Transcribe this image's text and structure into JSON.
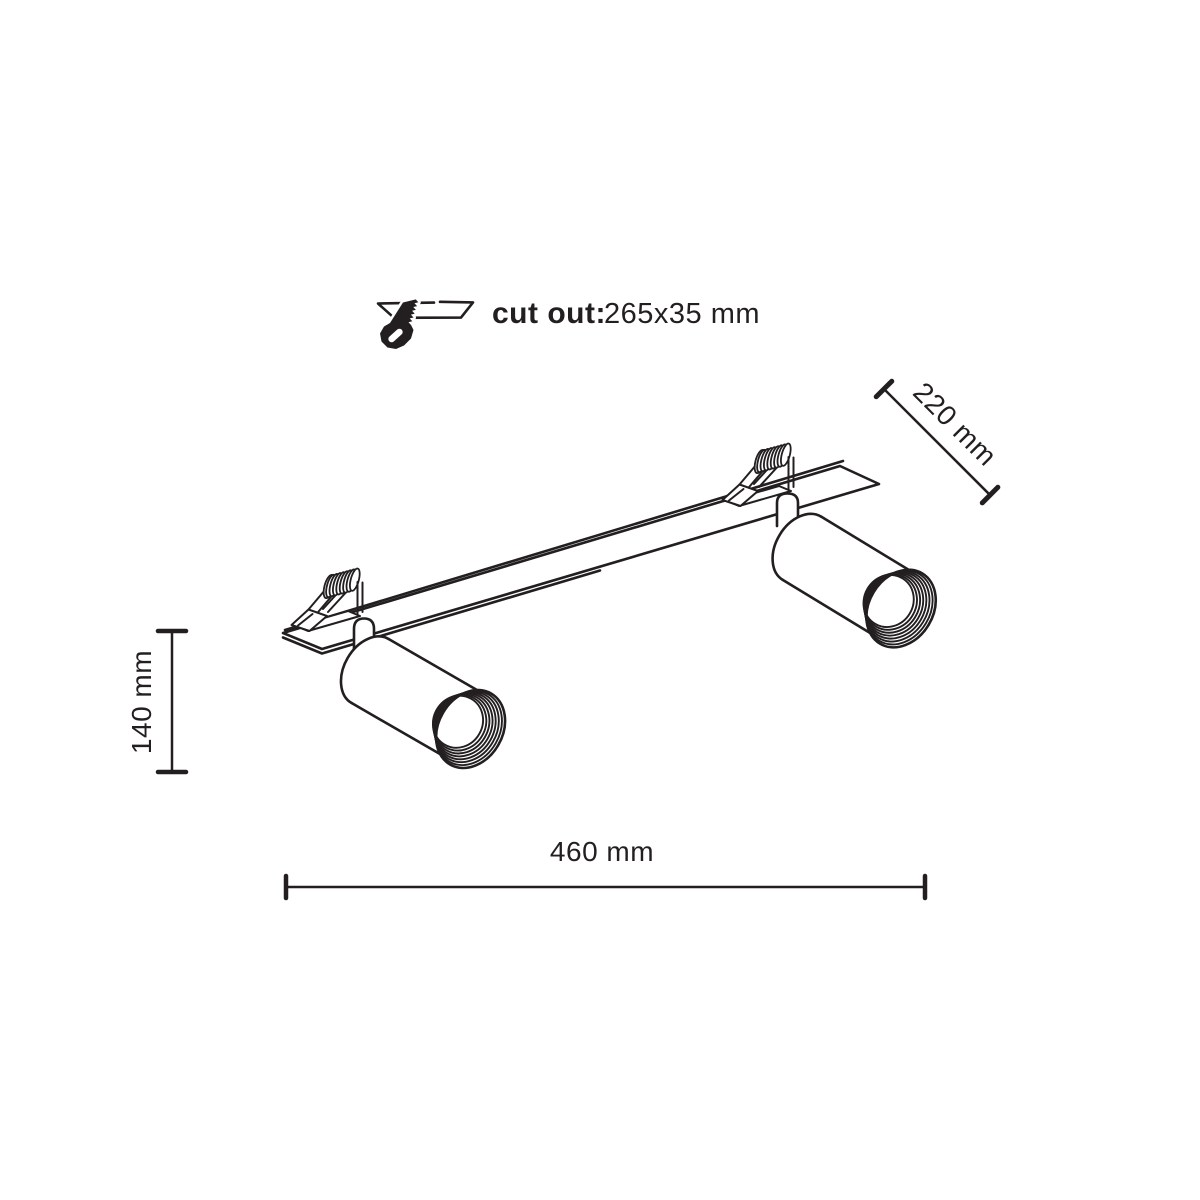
{
  "page": {
    "background": "#ffffff",
    "line_color": "#231f20",
    "alt": "Technical dimension drawing of a recessed linear twin-spot ceiling luminaire with mounting plate, two spring clips and two cylindrical spotlight heads"
  },
  "cutout": {
    "icon": "saw-icon",
    "label": "cut out:",
    "value": "265x35 mm"
  },
  "dimensions": {
    "depth": "220 mm",
    "height": "140 mm",
    "length": "460 mm"
  }
}
